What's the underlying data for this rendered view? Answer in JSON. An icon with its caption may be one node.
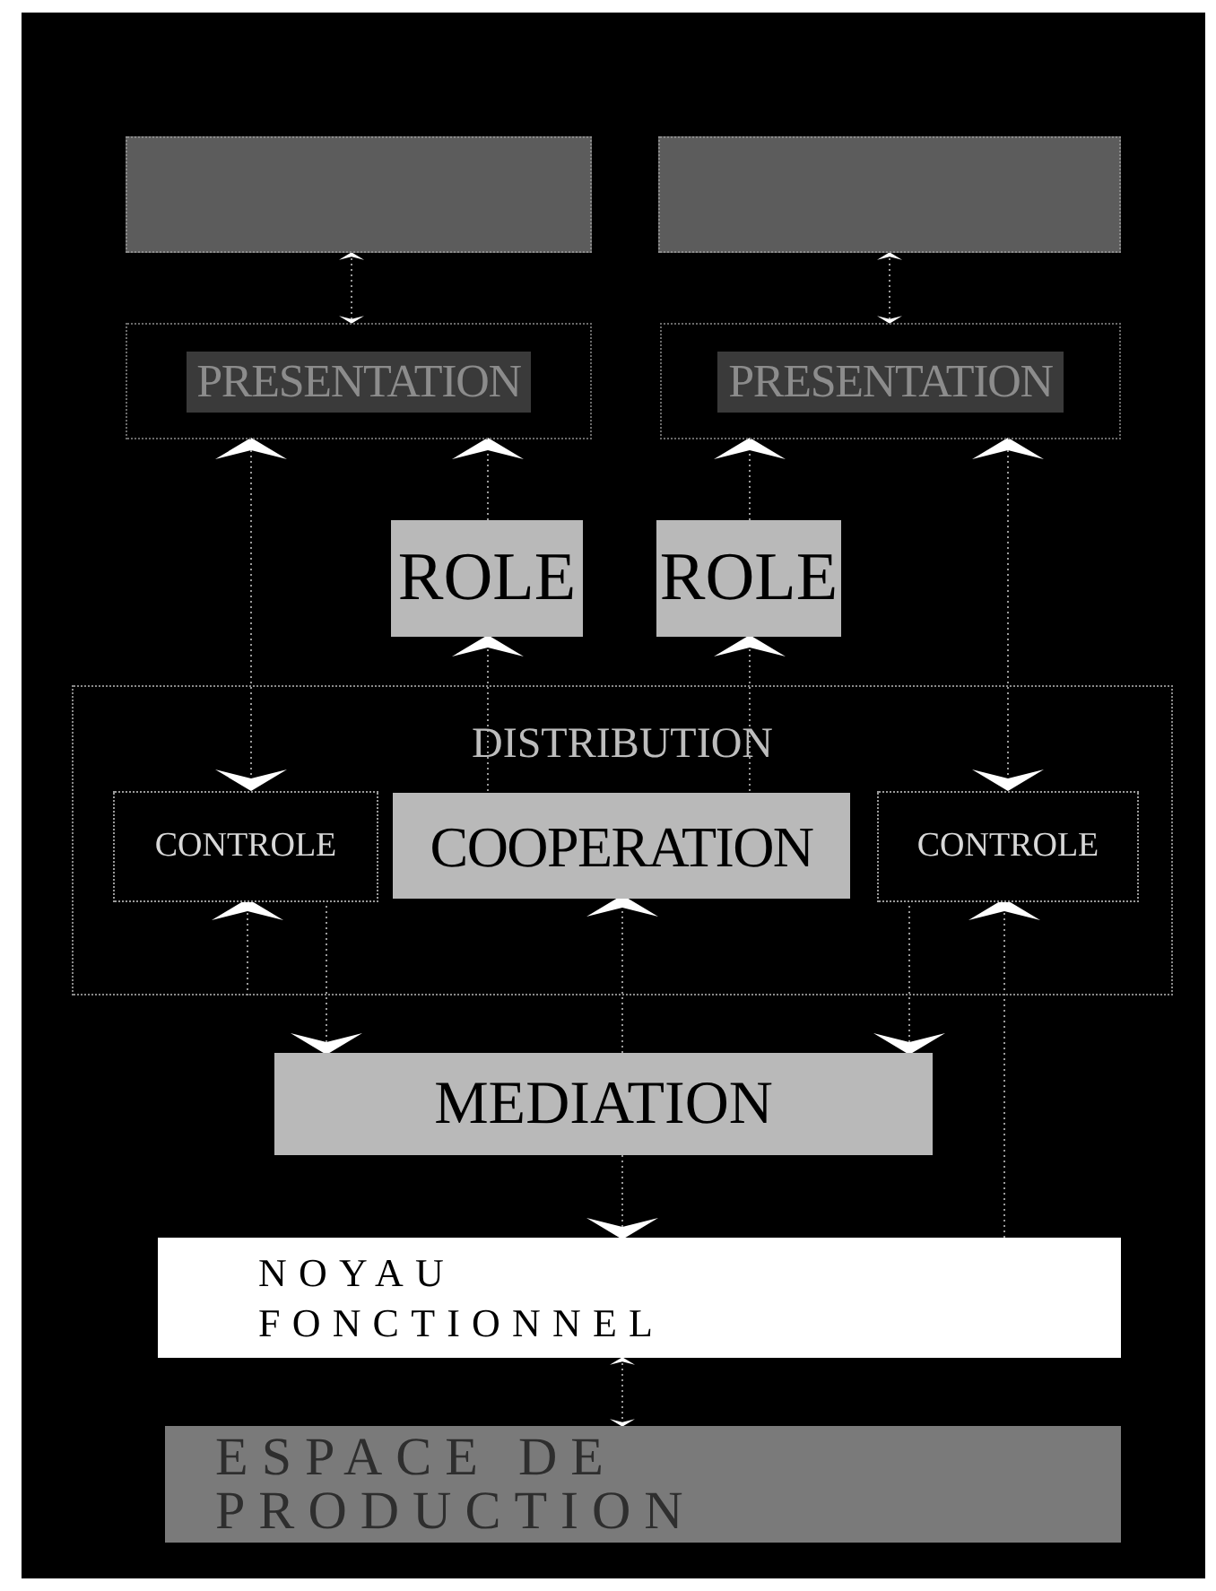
{
  "diagram": {
    "nodes": [
      {
        "text": [],
        "shape": "box"
      },
      {
        "text": [],
        "shape": "box"
      },
      {
        "text": [
          "PRESENTATION"
        ]
      },
      {
        "text": [
          "PRESENTATION"
        ]
      },
      {
        "text": [
          "ROLE"
        ]
      },
      {
        "text": [
          "ROLE"
        ]
      },
      {
        "text": [
          "DISTRIBUTION"
        ]
      },
      {
        "text": [
          "CONTROLE"
        ],
        "in": 6
      },
      {
        "text": [
          "COOPERATION"
        ],
        "in": 6
      },
      {
        "text": [
          "CONTROLE"
        ],
        "in": 6
      },
      {
        "text": [
          "MEDIATION"
        ]
      },
      {
        "text": [
          "NOYAU FONCTIONNEL"
        ]
      },
      {
        "text": [
          "ESPACE DE PRODUCTION"
        ]
      }
    ],
    "edges": [
      {
        "from": 0,
        "to": 2,
        "arrow": "both"
      },
      {
        "from": 1,
        "to": 3,
        "arrow": "both"
      },
      {
        "from": 4,
        "to": 2,
        "arrow": "to"
      },
      {
        "from": 5,
        "to": 3,
        "arrow": "to"
      },
      {
        "from": 2,
        "to": 7,
        "arrow": "both"
      },
      {
        "from": 3,
        "to": 9,
        "arrow": "both"
      },
      {
        "from": 8,
        "to": 4,
        "arrow": "to"
      },
      {
        "from": 8,
        "to": 5,
        "arrow": "to"
      },
      {
        "from": 7,
        "to": 10,
        "arrow": "to"
      },
      {
        "from": 10,
        "to": 8,
        "arrow": "to"
      },
      {
        "from": 9,
        "to": 10,
        "arrow": "to"
      },
      {
        "from": null,
        "to": 7,
        "arrow": "to"
      },
      {
        "from": 11,
        "to": 9,
        "arrow": "to"
      },
      {
        "from": 10,
        "to": 11,
        "arrow": "to"
      },
      {
        "from": 11,
        "to": 12,
        "arrow": "both"
      }
    ]
  }
}
